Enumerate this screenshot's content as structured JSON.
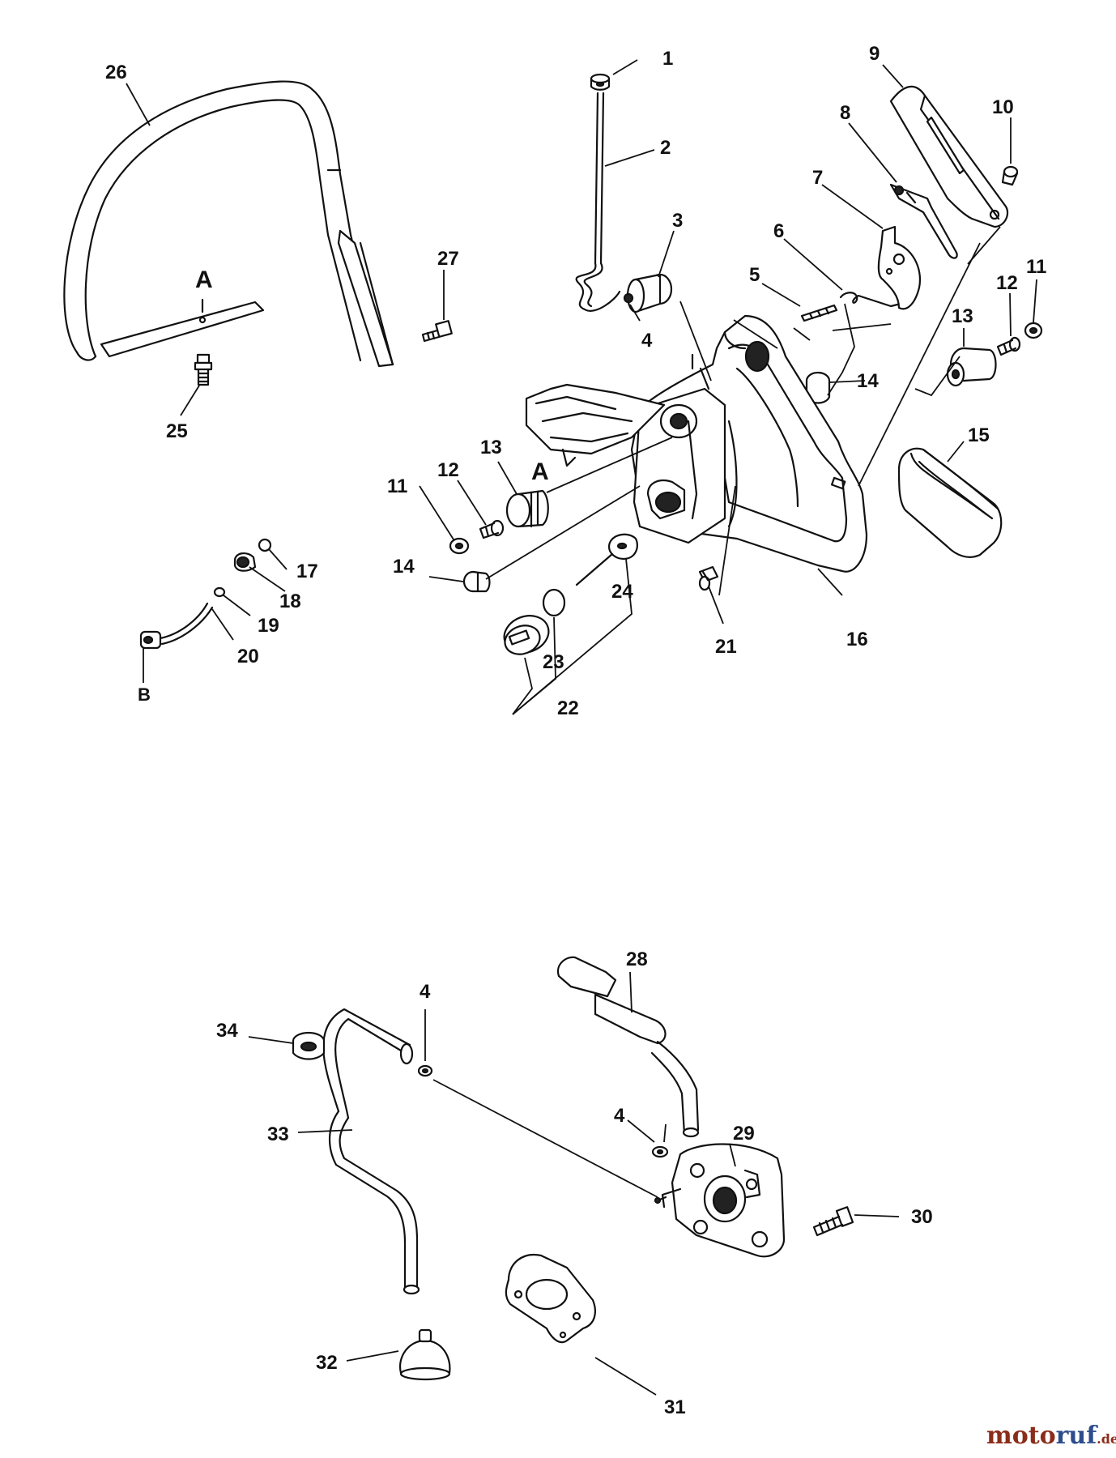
{
  "labels": {
    "l1": "1",
    "l2": "2",
    "l3": "3",
    "l4a": "4",
    "l5": "5",
    "l6": "6",
    "l7": "7",
    "l8": "8",
    "l9": "9",
    "l10": "10",
    "l11r": "11",
    "l12r": "12",
    "l13r": "13",
    "l14r": "14",
    "l15": "15",
    "l16": "16",
    "l11l": "11",
    "l12l": "12",
    "l13l": "13",
    "l14l": "14",
    "l17": "17",
    "l18": "18",
    "l19": "19",
    "l20": "20",
    "l21": "21",
    "l22": "22",
    "l23": "23",
    "l24": "24",
    "l25": "25",
    "l26": "26",
    "l27": "27",
    "l28": "28",
    "l29": "29",
    "l30": "30",
    "l31": "31",
    "l32": "32",
    "l33": "33",
    "l34": "34",
    "l4b": "4",
    "l4c": "4"
  },
  "reference_marks": {
    "a_on_guard": "A",
    "a_on_frame": "A",
    "b_on_line": "B"
  },
  "watermark": {
    "part1": "moto",
    "part2": "ruf",
    "suffix": ".de"
  }
}
